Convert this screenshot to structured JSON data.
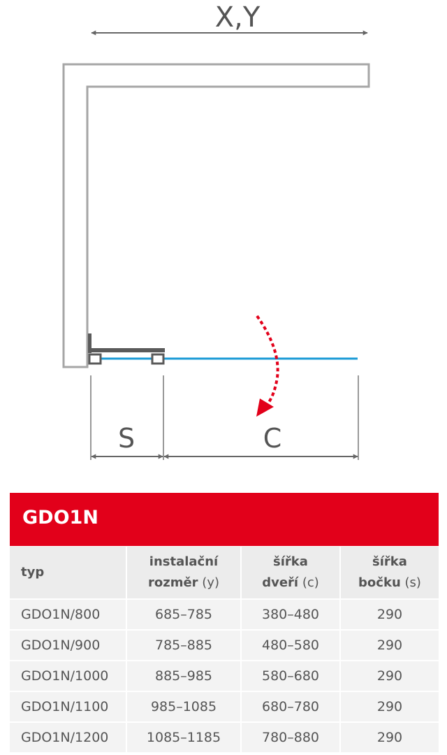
{
  "diagram": {
    "overall_label": "X,Y",
    "side_label": "S",
    "door_label": "C",
    "colors": {
      "wall": "#a6a6a6",
      "profile": "#5a5a5a",
      "glass": "#1a9ad6",
      "arrow": "#e2001a",
      "dimension": "#666666"
    }
  },
  "table": {
    "title": "GDO1N",
    "header_color": "#e2001a",
    "headers": [
      {
        "line1": "typ",
        "line2": "",
        "unit": ""
      },
      {
        "line1": "instalační",
        "line2": "rozměr",
        "unit": "(y)"
      },
      {
        "line1": "šířka",
        "line2": "dveří",
        "unit": "(c)"
      },
      {
        "line1": "šířka",
        "line2": "bočku",
        "unit": "(s)"
      }
    ],
    "rows": [
      [
        "GDO1N/800",
        "685–785",
        "380–480",
        "290"
      ],
      [
        "GDO1N/900",
        "785–885",
        "480–580",
        "290"
      ],
      [
        "GDO1N/1000",
        "885–985",
        "580–680",
        "290"
      ],
      [
        "GDO1N/1100",
        "985–1085",
        "680–780",
        "290"
      ],
      [
        "GDO1N/1200",
        "1085–1185",
        "780–880",
        "290"
      ]
    ]
  }
}
